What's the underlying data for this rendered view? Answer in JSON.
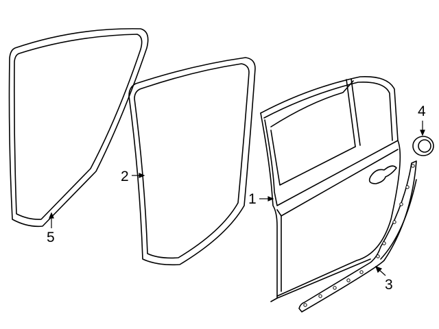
{
  "parts": [
    {
      "number": "1",
      "part": "door-shell"
    },
    {
      "number": "2",
      "part": "inner-weatherstrip"
    },
    {
      "number": "3",
      "part": "lower-molding"
    },
    {
      "number": "4",
      "part": "grommet"
    },
    {
      "number": "5",
      "part": "outer-weatherstrip"
    }
  ],
  "colors": {
    "line": "#000000",
    "background": "#ffffff"
  }
}
